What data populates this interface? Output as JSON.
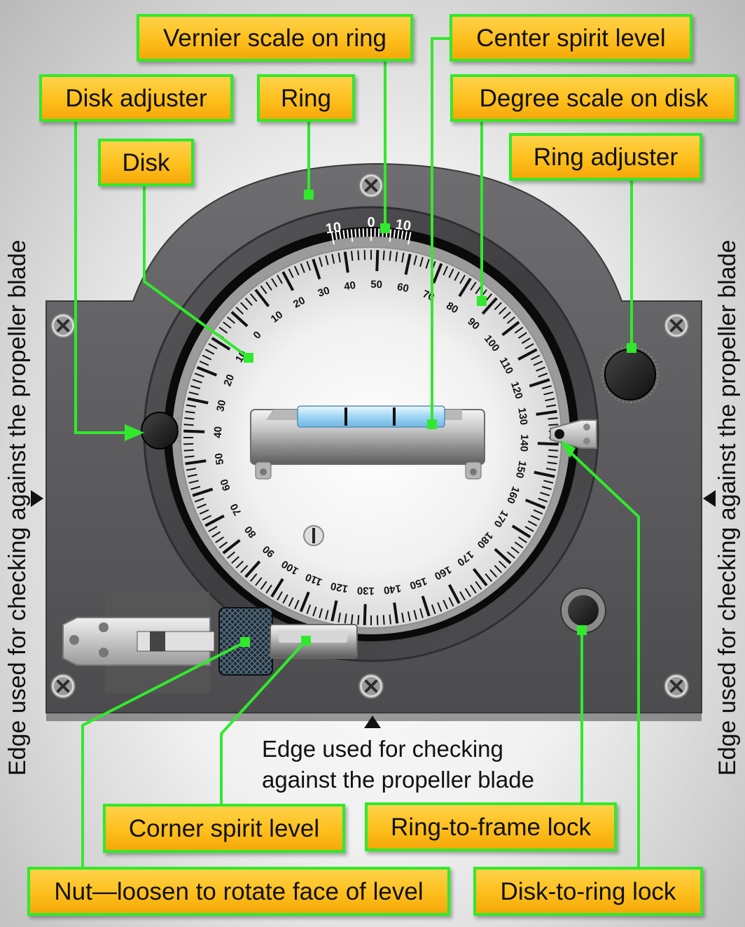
{
  "labels": {
    "vernier_scale": "Vernier scale on ring",
    "center_spirit_level": "Center spirit level",
    "disk_adjuster": "Disk adjuster",
    "ring": "Ring",
    "degree_scale": "Degree scale on disk",
    "disk": "Disk",
    "ring_adjuster": "Ring adjuster",
    "corner_spirit_level": "Corner spirit level",
    "ring_to_frame_lock": "Ring-to-frame lock",
    "nut": "Nut—loosen to rotate face of level",
    "disk_to_ring_lock": "Disk-to-ring lock"
  },
  "edge_labels": {
    "left": "Edge used for checking against the propeller blade",
    "right": "Edge used for checking against the propeller blade",
    "bottom_line1": "Edge used for checking",
    "bottom_line2": "against the propeller blade"
  },
  "vernier_numbers": [
    "10",
    "0",
    "10"
  ],
  "disk_scale_numbers": [
    "0",
    "10",
    "20",
    "30",
    "40",
    "50",
    "60",
    "70",
    "80",
    "90",
    "100",
    "110",
    "120",
    "130",
    "140",
    "150",
    "160",
    "170",
    "180",
    "170",
    "160",
    "150",
    "140",
    "130",
    "120",
    "110",
    "100",
    "90",
    "80",
    "70",
    "60",
    "50",
    "40",
    "30",
    "20",
    "10"
  ],
  "colors": {
    "callout_fill": "#fdbf1c",
    "callout_border": "#31e92c",
    "leader_line": "#31e92c",
    "frame": "#5c5c5e",
    "ring": "#4a4a4c",
    "bubble": "#bfe6fb"
  },
  "icons": {
    "screw": "phillips-screw-icon",
    "edge_marker": "triangle-marker-icon"
  }
}
